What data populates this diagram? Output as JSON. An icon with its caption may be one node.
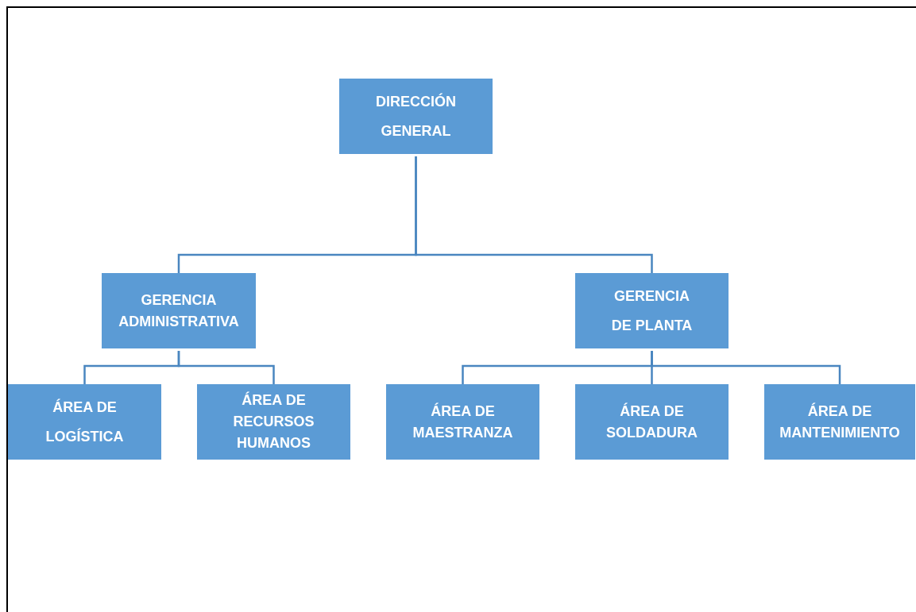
{
  "diagram": {
    "nodes": [
      {
        "text": [
          "DIRECCIÓN GENERAL"
        ]
      },
      {
        "text": [
          "GERENCIA ADMINISTRATIVA"
        ]
      },
      {
        "text": [
          "GERENCIA DE PLANTA"
        ]
      },
      {
        "text": [
          "ÁREA DE LOGÍSTICA"
        ]
      },
      {
        "text": [
          "ÁREA DE RECURSOS HUMANOS"
        ]
      },
      {
        "text": [
          "ÁREA DE MAESTRANZA"
        ]
      },
      {
        "text": [
          "ÁREA DE SOLDADURA"
        ]
      },
      {
        "text": [
          "ÁREA DE MANTENIMIENTO"
        ]
      }
    ],
    "edges": [
      {
        "from": 0,
        "to": 1,
        "arrow": "none"
      },
      {
        "from": 0,
        "to": 2,
        "arrow": "none"
      },
      {
        "from": 1,
        "to": 3,
        "arrow": "none"
      },
      {
        "from": 1,
        "to": 4,
        "arrow": "none"
      },
      {
        "from": 2,
        "to": 5,
        "arrow": "none"
      },
      {
        "from": 2,
        "to": 6,
        "arrow": "none"
      },
      {
        "from": 2,
        "to": 7,
        "arrow": "none"
      }
    ]
  }
}
